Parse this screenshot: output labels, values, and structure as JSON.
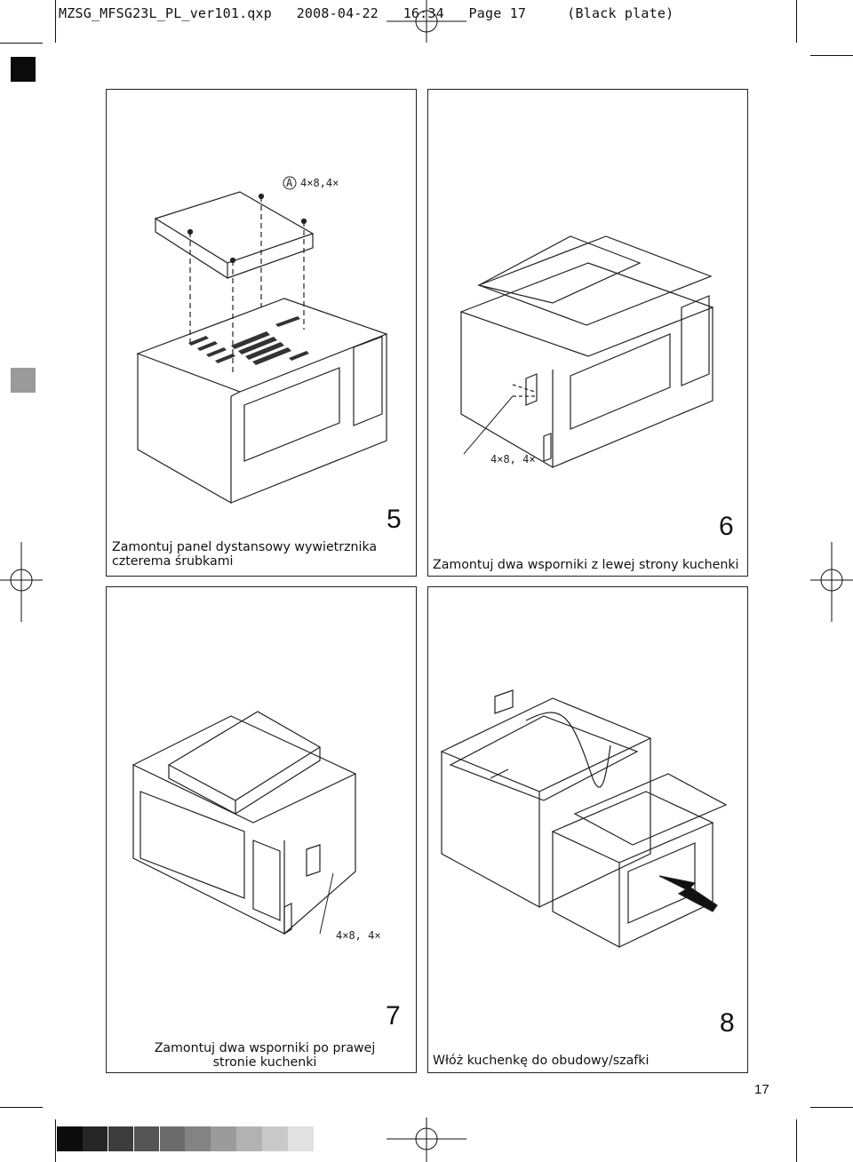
{
  "slug_line": "MZSG_MFSG23L_PL_ver101.qxp   2008-04-22   16:34   Page 17     (Black plate)",
  "page_number": "17",
  "panels": [
    {
      "step": "5",
      "caption": "Zamontuj panel dystansowy wywietrznika czterema śrubkami",
      "label": "4×8,4×"
    },
    {
      "step": "6",
      "caption": "Zamontuj dwa wsporniki z lewej strony kuchenki",
      "label": "4×8, 4×"
    },
    {
      "step": "7",
      "caption": "Zamontuj dwa wsporniki po prawej stronie kuchenki",
      "label": "4×8, 4×"
    },
    {
      "step": "8",
      "caption": "Włóż kuchenkę do obudowy/szafki"
    }
  ],
  "callout_letter": "A",
  "color_bar": [
    "#0c0c0c",
    "#262626",
    "#3d3d3d",
    "#555555",
    "#6c6c6c",
    "#838383",
    "#9b9b9b",
    "#b2b2b2",
    "#c9c9c9",
    "#e1e1e1"
  ]
}
